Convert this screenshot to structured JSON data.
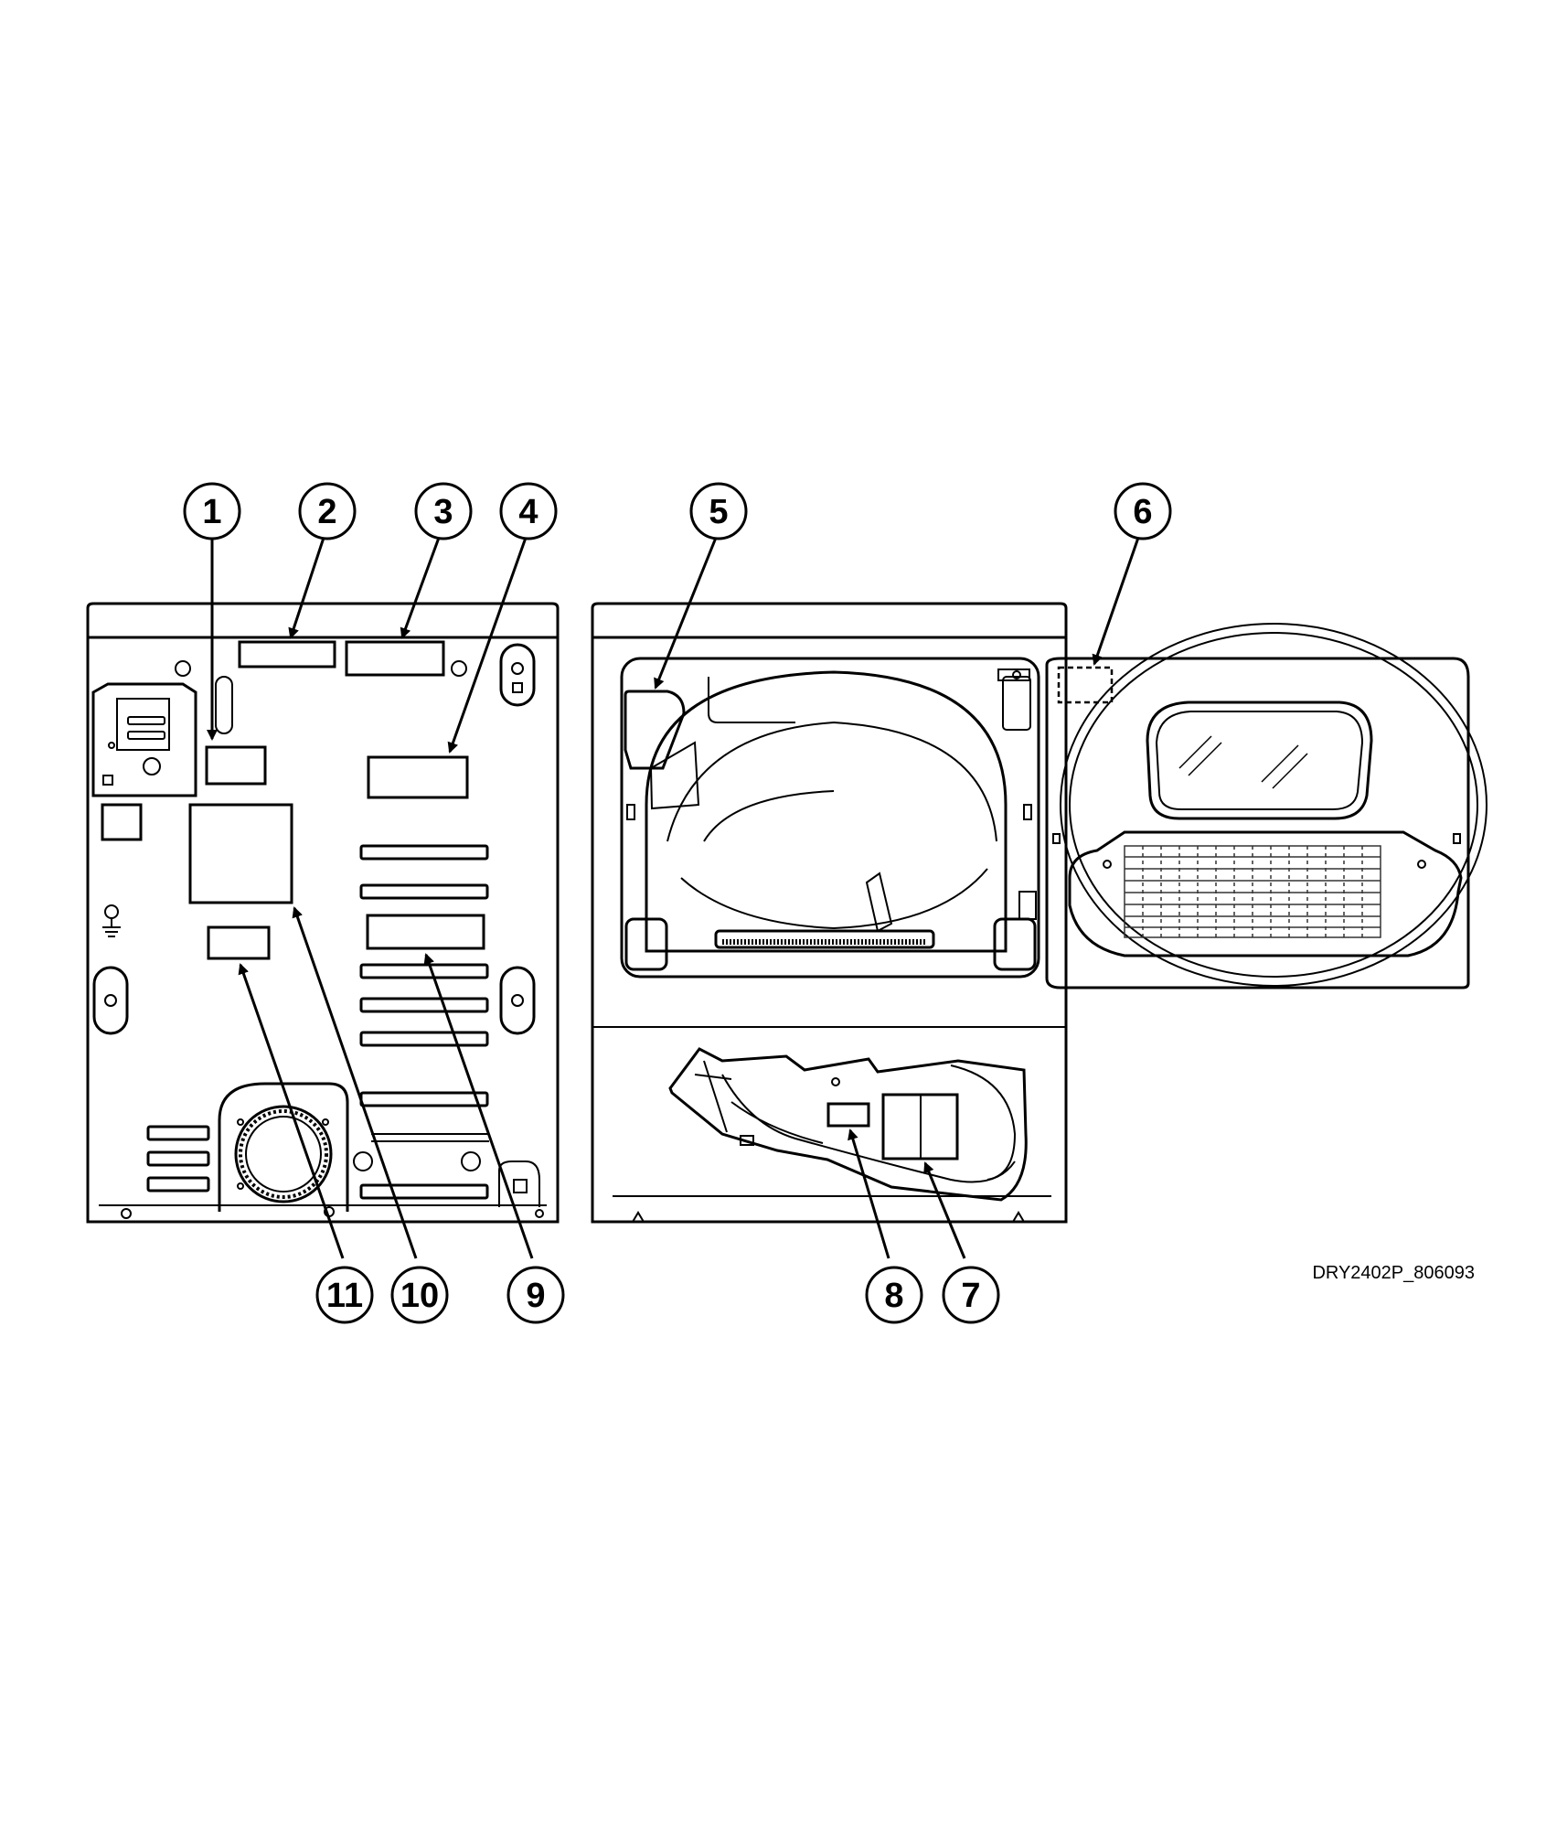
{
  "figure_id": "DRY2402P_806093",
  "callouts": [
    {
      "id": "1",
      "label": "1"
    },
    {
      "id": "2",
      "label": "2"
    },
    {
      "id": "3",
      "label": "3"
    },
    {
      "id": "4",
      "label": "4"
    },
    {
      "id": "5",
      "label": "5"
    },
    {
      "id": "6",
      "label": "6"
    },
    {
      "id": "7",
      "label": "7"
    },
    {
      "id": "8",
      "label": "8"
    },
    {
      "id": "9",
      "label": "9"
    },
    {
      "id": "10",
      "label": "10"
    },
    {
      "id": "11",
      "label": "11"
    }
  ],
  "colors": {
    "line": "#000000",
    "fill": "#ffffff",
    "mesh": "#333333"
  }
}
